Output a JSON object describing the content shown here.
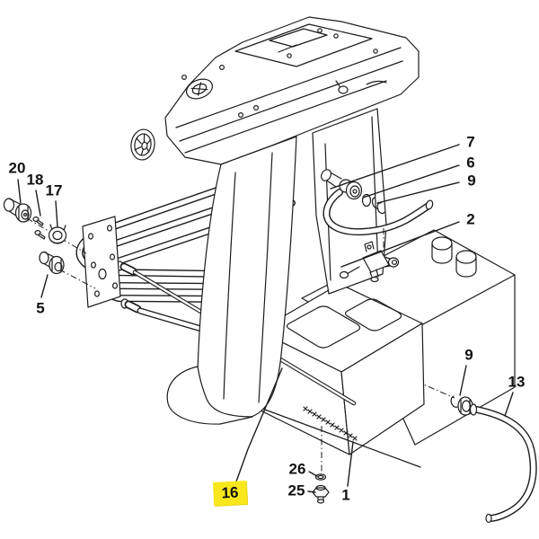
{
  "diagram": {
    "title": "exploded-parts-diagram",
    "background_color": "#ffffff",
    "line_color": "#1c1c1c",
    "highlight_color": "#f8e71c",
    "callouts": [
      {
        "text": "20",
        "highlighted": false
      },
      {
        "text": "18",
        "highlighted": false
      },
      {
        "text": "17",
        "highlighted": false
      },
      {
        "text": "5",
        "highlighted": false
      },
      {
        "text": "7",
        "highlighted": false
      },
      {
        "text": "6",
        "highlighted": false
      },
      {
        "text": "9",
        "highlighted": false
      },
      {
        "text": "2",
        "highlighted": false
      },
      {
        "text": "9",
        "highlighted": false
      },
      {
        "text": "13",
        "highlighted": false
      },
      {
        "text": "16",
        "highlighted": true
      },
      {
        "text": "26",
        "highlighted": false
      },
      {
        "text": "25",
        "highlighted": false
      },
      {
        "text": "1",
        "highlighted": false
      }
    ]
  }
}
